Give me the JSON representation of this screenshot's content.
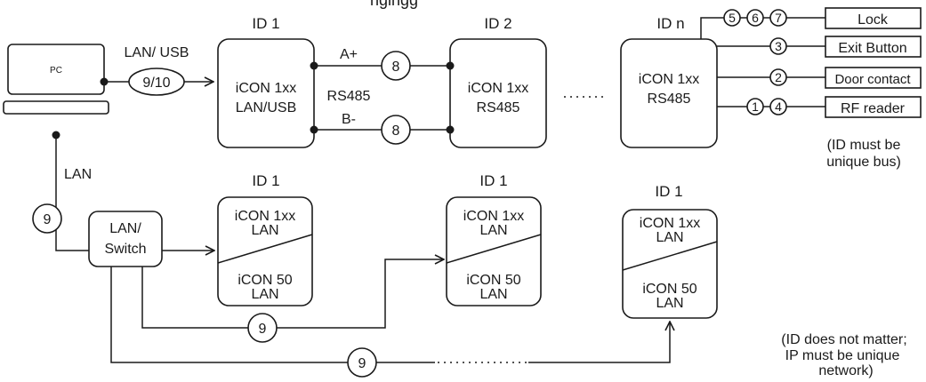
{
  "title_fragment": "ngingg",
  "pc": {
    "label": "PC"
  },
  "lan_usb_label": "LAN/ USB",
  "badge_9_10": "9/10",
  "lan_label": "LAN",
  "badge_9": "9",
  "badge_8": "8",
  "switch": {
    "line1": "LAN/",
    "line2": "Switch"
  },
  "bus": {
    "a_label": "A+",
    "b_label": "B-",
    "rs485_label": "RS485",
    "id1": {
      "id": "ID 1",
      "line1": "iCON 1xx",
      "line2": "LAN/USB"
    },
    "id2": {
      "id": "ID 2",
      "line1": "iCON 1xx",
      "line2": "RS485"
    },
    "idn": {
      "id": "ID n",
      "line1": "iCON 1xx",
      "line2": "RS485"
    }
  },
  "net_id": "ID 1",
  "split": {
    "top1": "iCON 1xx",
    "top2": "LAN",
    "bot1": "iCON 50",
    "bot2": "LAN"
  },
  "peripherals": {
    "lock": {
      "label": "Lock",
      "nums": [
        "5",
        "6",
        "7"
      ]
    },
    "exit": {
      "label": "Exit Button",
      "nums": [
        "3"
      ]
    },
    "door": {
      "label": "Door contact",
      "nums": [
        "2"
      ]
    },
    "rf": {
      "label": "RF reader",
      "nums": [
        "1",
        "4"
      ]
    }
  },
  "note_bus": [
    "(ID must be",
    "unique bus)"
  ],
  "note_net": [
    "(ID does not matter;",
    "IP must be unique",
    "network)"
  ]
}
